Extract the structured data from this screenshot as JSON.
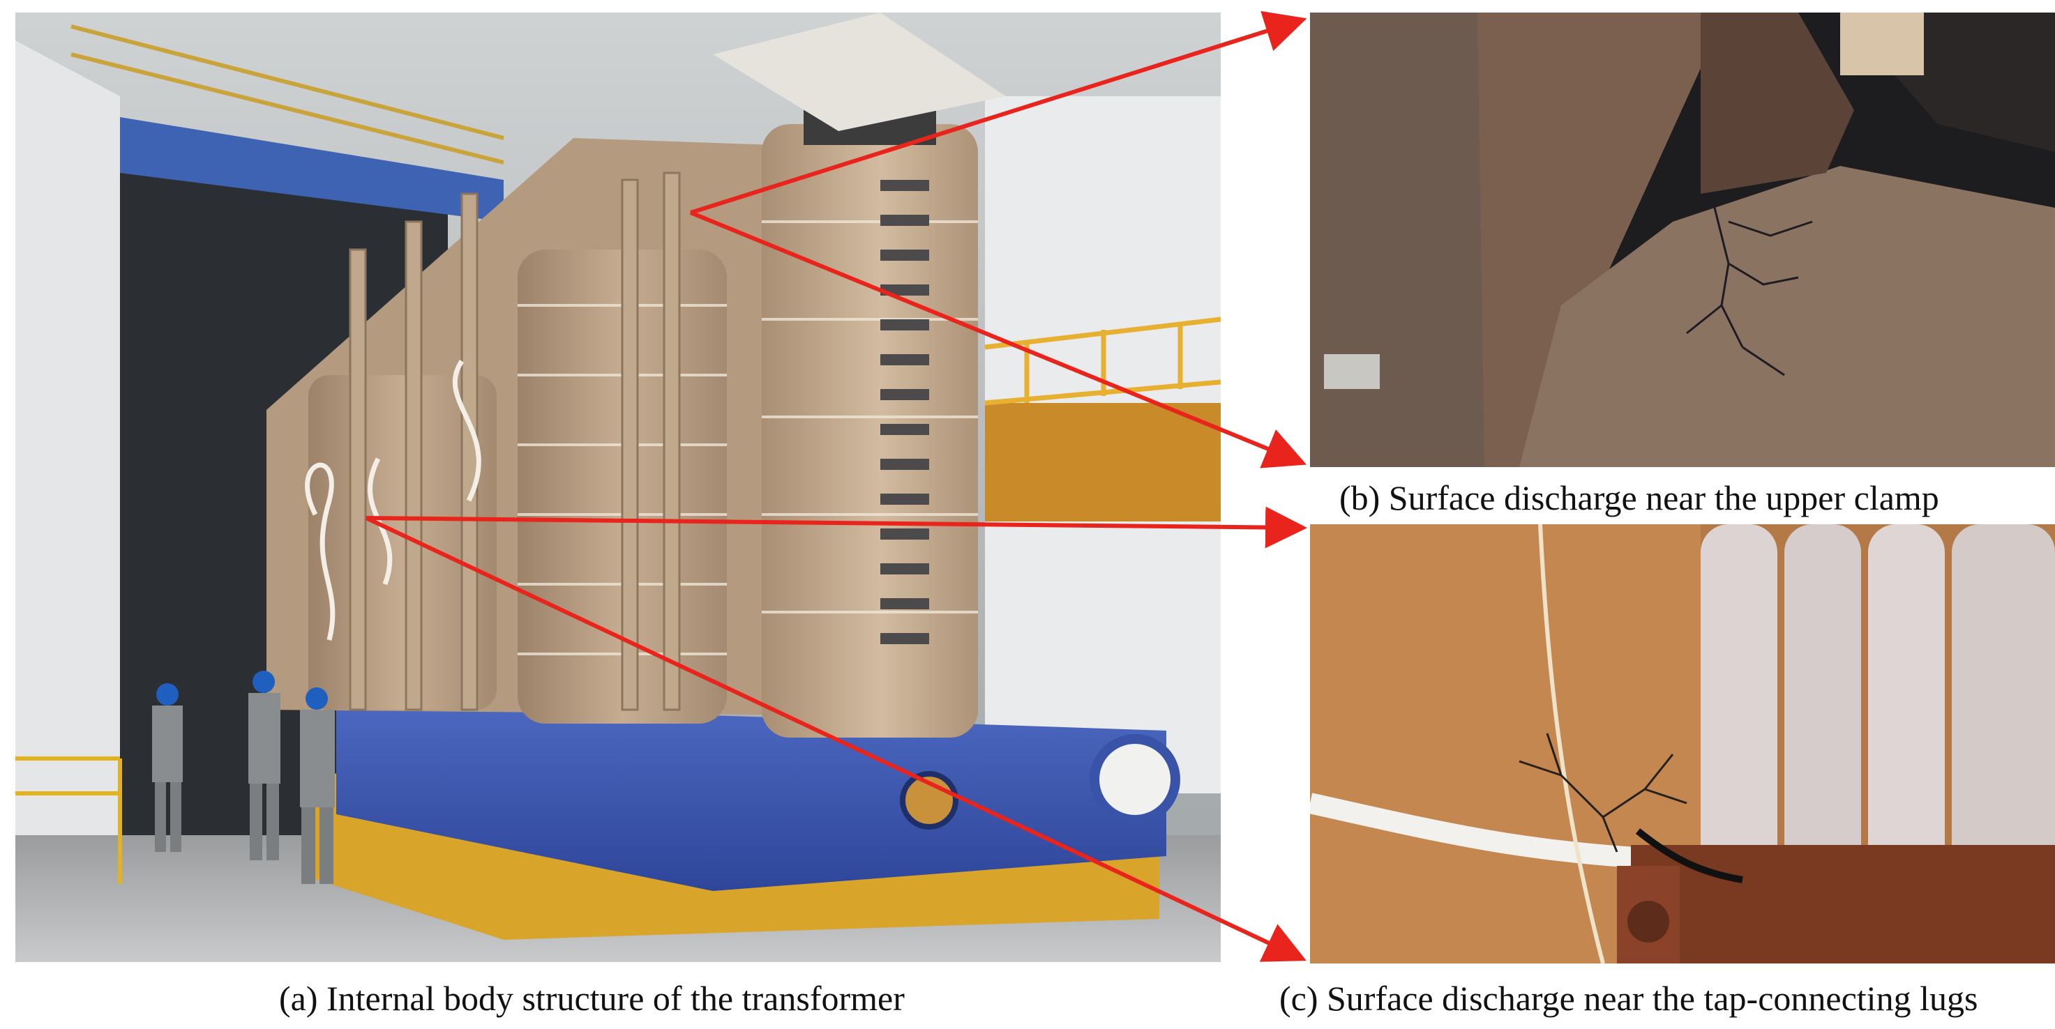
{
  "captions": {
    "a": "(a) Internal body structure of the transformer",
    "b": "(b) Surface discharge near the upper clamp",
    "c": "(c) Surface discharge near the tap-connecting lugs"
  },
  "colors": {
    "arrow": "#e8241c",
    "insulation_tan": "#b49a7e",
    "tank_blue": "#3b57b0",
    "base_yellow": "#d9a42a",
    "pressboard_brown": "#8e6a4f"
  }
}
